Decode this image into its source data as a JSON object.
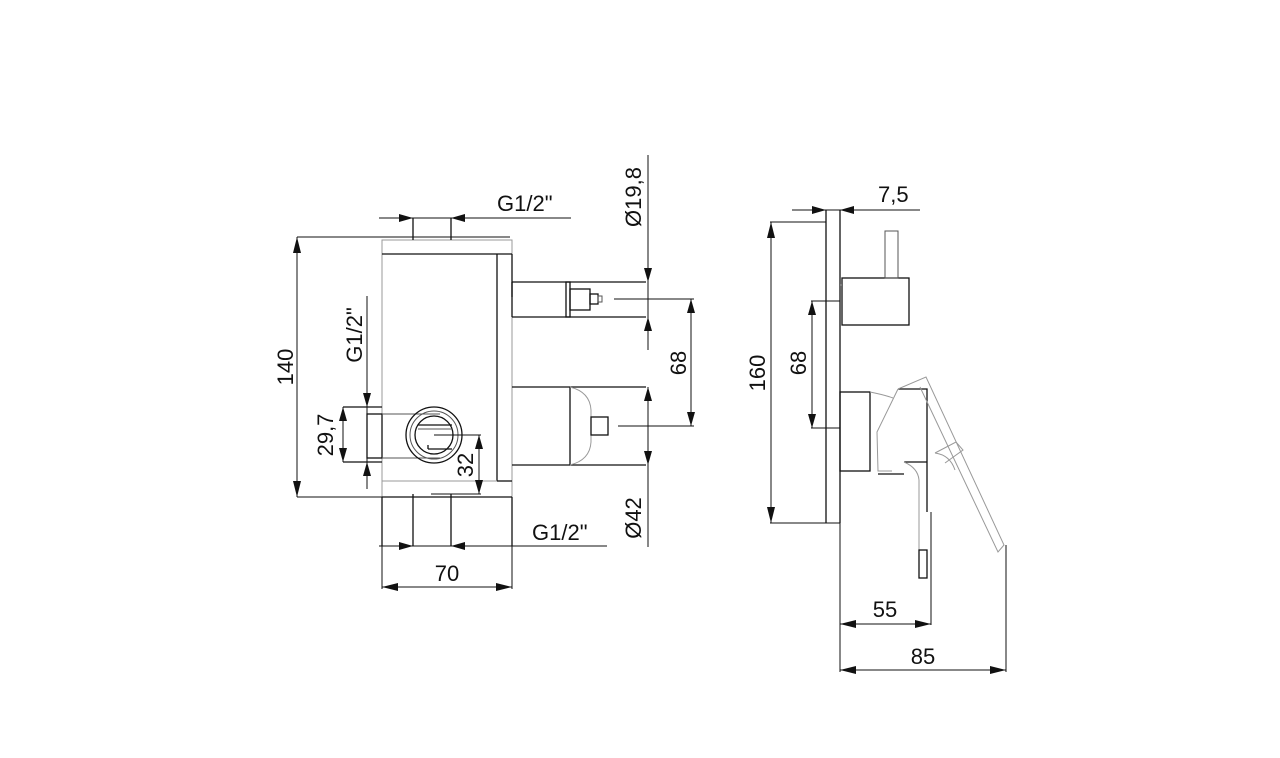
{
  "drawing": {
    "type": "technical dimension drawing",
    "subject": "concealed shower mixer with diverter",
    "units": "mm",
    "front_view": {
      "dimensions": {
        "top_thread": "G1/2\"",
        "left_thread": "G1/2\"",
        "bottom_thread": "G1/2\"",
        "diameter_top": "Ø19,8",
        "diameter_bottom": "Ø42",
        "height_total": "140",
        "outlet_spacing": "68",
        "left_outlet_height": "29,7",
        "left_outlet_offset": "32",
        "width_body": "70"
      }
    },
    "side_view": {
      "dimensions": {
        "plate_thickness": "7,5",
        "plate_height": "160",
        "outlet_spacing": "68",
        "depth_lever_closed": "55",
        "depth_lever_open": "85"
      }
    }
  },
  "colors": {
    "line": "#111111",
    "thin_line": "#555555",
    "hidden_line": "#999999",
    "background": "#ffffff"
  }
}
